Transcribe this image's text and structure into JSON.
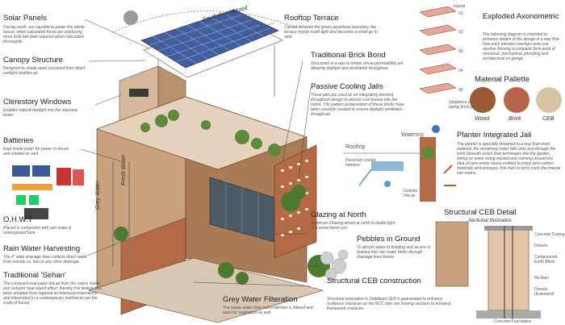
{
  "solar": {
    "title": "Solar Panels",
    "desc": "Facing south, are capable to power the whole house, when calculated these are producing more Kwh lats than required when calculated thoroughly."
  },
  "canopy": {
    "title": "Canopy Structure",
    "desc": "Designed to shade open courtyard from direct sunlight enables air."
  },
  "clerestory": {
    "title": "Clerestory Windows",
    "desc": "Enables natural daylight into the staircase tower."
  },
  "batteries": {
    "title": "Batteries",
    "desc": "Kept inside tower for power in-house and shaded as well."
  },
  "ohwt": {
    "title": "O.H.W.T",
    "desc": "Placed in connection with rain water & underground tank."
  },
  "rain": {
    "title": "Rain Water Harvesting",
    "desc": "The 4\" wide drainage lines collects direct water from outside i.e. two or any other drainage."
  },
  "sehan": {
    "title": "Traditional 'Sehan'",
    "desc": "The courtyard evacuates hot air from the rooms inside and reduces heat island effect, thereby this feature has been adopted from regional architectural inspirations and interpreted in a contemporary method as per the scale of house."
  },
  "sun_label": "South Sun Utilized",
  "rooftop": {
    "title": "Rooftop Terrace",
    "desc": "Carved between the green peripheral boundary, the terrace enjoys north light and becomes a small go to spot."
  },
  "brick": {
    "title": "Traditional Brick Bond",
    "desc": "Structured in a way to hinder visual permeability yet allowing daylight and ventilation throughout."
  },
  "jalis": {
    "title": "Passive Cooling Jalis",
    "desc": "These jalis are used as an integrating element throughout design to ensure cool breeze into the home. The pattern juxtaposition of these bricks have been carefully curated to ensure daylight ventilation throughout."
  },
  "jali_diag": {
    "watering": "Watering",
    "rooftop": "Rooftop",
    "cooled": "Passively cooled Interiors",
    "outside": "Outside Hot air"
  },
  "exploded": {
    "title": "Exploded Axonometric",
    "desc": "The following diagram is intended to enhance details of the design in a way that how each element overlaps onto one another forming a complete form work of structural, mechanical, plumbing and architectural on goings.",
    "repeat": "repeat",
    "steps": [
      "01",
      "02",
      "03",
      "04",
      "05"
    ],
    "seq": "Sequence of laying brick jali"
  },
  "palette": {
    "title": "Material Pallette",
    "items": [
      "Wood",
      "Brick",
      "CEB"
    ]
  },
  "planter": {
    "title": "Planter Integrated Jali",
    "desc": "The planter is specially designed in a way that when watered, the remaining water falls onto and through the brick beneath which then terminates into the garden, letting no water being wasted and roaming around the idea of zero waste house entitled to enjoy zero carbon materials and emerges, this then in turns cools the breeze into rooms."
  },
  "glazing": {
    "title": "Glazing at North",
    "desc": "Maximum Glazing aimed at north to intake light and avoid harsh sun."
  },
  "pebbles": {
    "title": "Pebbles in Ground",
    "desc": "To absorb water in flooding and access is drained into rain water tanks through drainage lines below."
  },
  "ceb_detail": {
    "title": "Structural CEB Detail",
    "subtitle": "Sectional Illustration",
    "labels": [
      "Concrete Coping",
      "Dowels",
      "Compressed Earth Block",
      "Re-Bars",
      "Dowels (Extended)",
      "Concrete Foundation"
    ]
  },
  "ceb_cons": {
    "title": "Structural CEB construction",
    "desc": "Structural innovation in Stabilized CEB is guaranteed to enhance resilience character as the RCC rods are moving sections to enhance framework character."
  },
  "grey": {
    "title": "Grey Water Filteration",
    "desc": "The waste water from baths+kitchen is filtered and used for vegetation as well."
  },
  "pipes": {
    "grey": "Grey Water",
    "fresh": "Fresh Water"
  }
}
